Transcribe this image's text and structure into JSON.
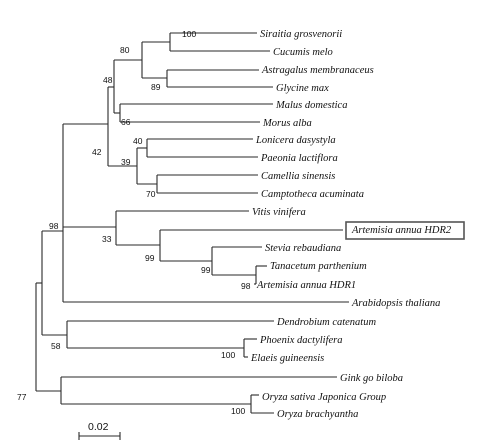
{
  "tree": {
    "taxa": {
      "t1": "Siraitia grosvenorii",
      "t2": "Cucumis melo",
      "t3": "Astragalus membranaceus",
      "t4": "Glycine max",
      "t5": "Malus domestica",
      "t6": "Morus alba",
      "t7": "Lonicera dasystyla",
      "t8": "Paeonia lactiflora",
      "t9": "Camellia sinensis",
      "t10": "Camptotheca acuminata",
      "t11": "Vitis vinifera",
      "t12": "Artemisia annua HDR2",
      "t13": "Stevia rebaudiana",
      "t14": "Tanacetum parthenium",
      "t15": "Artemisia annua HDR1",
      "t16": "Arabidopsis thaliana",
      "t17": "Dendrobium catenatum",
      "t18": "Phoenix dactylifera",
      "t19": "Elaeis guineensis",
      "t20": "Gink go biloba",
      "t21": "Oryza sativa Japonica Group",
      "t22": "Oryza brachyantha"
    },
    "bootstrap": {
      "b_cucurbit": "100",
      "b_fabaceae": "89",
      "b_rosid1": "80",
      "b_rosales": "66",
      "b_rosid": "48",
      "b_asterid1": "40",
      "b_asterid2": "70",
      "b_asterid": "39",
      "b_eudicot_core": "42",
      "b_hdr2": "99",
      "b_tanac": "98",
      "b_stevia": "99",
      "b_vitis": "33",
      "b_eudicot": "98",
      "b_palm": "100",
      "b_monocot": "58",
      "b_oryza": "100",
      "b_root": "77"
    },
    "highlighted_taxon": "t12",
    "scale_bar": {
      "label": "0.02"
    }
  }
}
